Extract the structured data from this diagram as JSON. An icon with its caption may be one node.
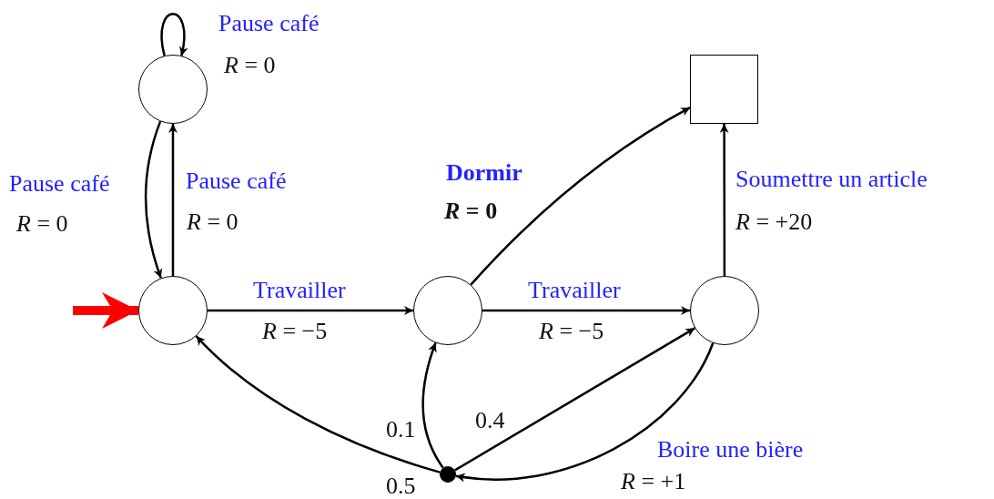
{
  "diagram": {
    "nodes": [
      {
        "text": [],
        "shape": "circle"
      },
      {
        "text": [],
        "shape": "circle"
      },
      {
        "text": [],
        "shape": "circle"
      },
      {
        "text": [],
        "shape": "circle"
      },
      {
        "text": [],
        "shape": "box"
      },
      {
        "text": [],
        "shape": "dot"
      }
    ],
    "edges": [
      {
        "from": 0,
        "to": 0,
        "arrow": "to",
        "label": "Pause café"
      },
      {
        "from": 0,
        "to": 1,
        "arrow": "to",
        "label": "Pause café"
      },
      {
        "from": 1,
        "to": 0,
        "arrow": "to",
        "label": "Pause café"
      },
      {
        "from": 1,
        "to": 2,
        "arrow": "to",
        "label": "Travailler"
      },
      {
        "from": 2,
        "to": 3,
        "arrow": "to",
        "label": "Travailler"
      },
      {
        "from": 2,
        "to": 4,
        "arrow": "to",
        "label": "Dormir"
      },
      {
        "from": 3,
        "to": 4,
        "arrow": "to",
        "label": "Soumettre un article"
      },
      {
        "from": null,
        "to": 1,
        "arrow": "to",
        "style": "thick",
        "color": "#ff0000"
      },
      {
        "from": 3,
        "to": 5,
        "arrow": "to",
        "label": "Boire une bière"
      },
      {
        "from": 5,
        "to": 1,
        "arrow": "to"
      },
      {
        "from": 5,
        "to": 2,
        "arrow": "to"
      },
      {
        "from": 5,
        "to": 3,
        "arrow": "to"
      }
    ],
    "labels": [
      "*R* = 0",
      "*R* = 0",
      "*R* = 0",
      "*R* = −5",
      "*R* = −5",
      "*R* = 0",
      "*R* = +20",
      "0.1",
      "0.4",
      "0.5",
      "*R* = +1"
    ]
  }
}
